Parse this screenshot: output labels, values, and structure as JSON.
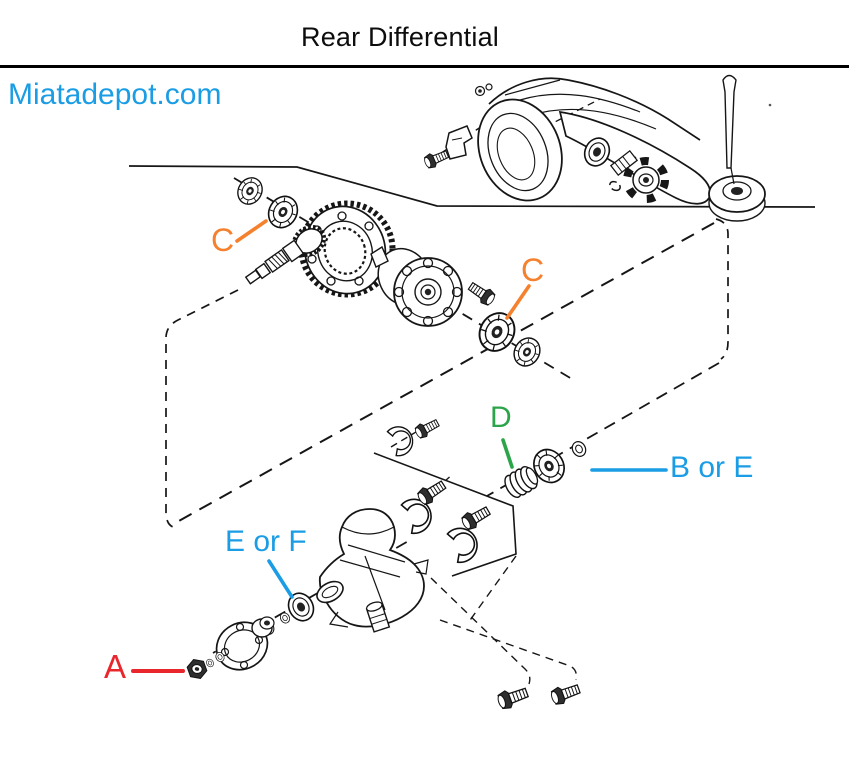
{
  "header": {
    "title": "Rear Differential",
    "watermark": "Miatadepot.com"
  },
  "labels": {
    "c_upper": {
      "text": "C"
    },
    "c_mid": {
      "text": "C"
    },
    "d": {
      "text": "D"
    },
    "b_or_e": {
      "text": "B or E"
    },
    "e_or_f": {
      "text": "E or F"
    },
    "a": {
      "text": "A"
    }
  },
  "colors": {
    "label_blue": "#1a9de4",
    "label_orange": "#f5812e",
    "label_green": "#2ca54a",
    "label_red": "#e9262b",
    "line_black": "#161616"
  }
}
